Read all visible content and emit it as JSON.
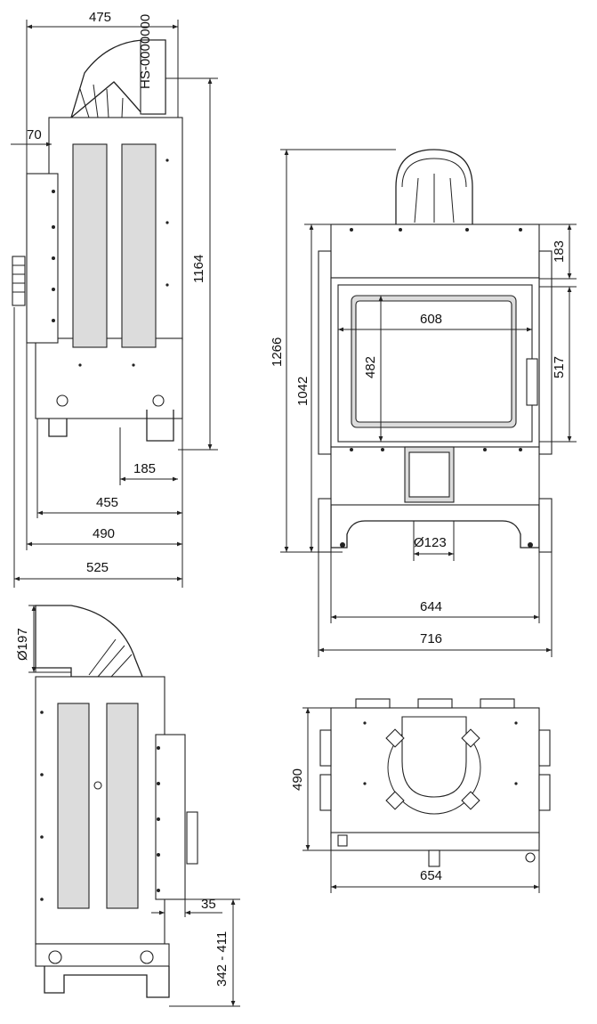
{
  "dimensions": {
    "side_width_top": "475",
    "offset_70": "70",
    "height_1164": "1164",
    "offset_185": "185",
    "depth_455": "455",
    "depth_490": "490",
    "depth_525": "525",
    "height_1266": "1266",
    "height_1042": "1042",
    "top_183": "183",
    "glass_517": "517",
    "glass_608": "608",
    "glass_482": "482",
    "outlet_123": "Ø123",
    "width_644": "644",
    "width_716": "716",
    "flue_197": "Ø197",
    "offset_35": "35",
    "range_342_411": "342 - 411",
    "plan_490": "490",
    "plan_654": "654"
  },
  "labels": {
    "collar_text": "HS-0000000"
  },
  "colors": {
    "line": "#222222",
    "panel_fill": "#dcdcdc",
    "background": "#ffffff"
  }
}
